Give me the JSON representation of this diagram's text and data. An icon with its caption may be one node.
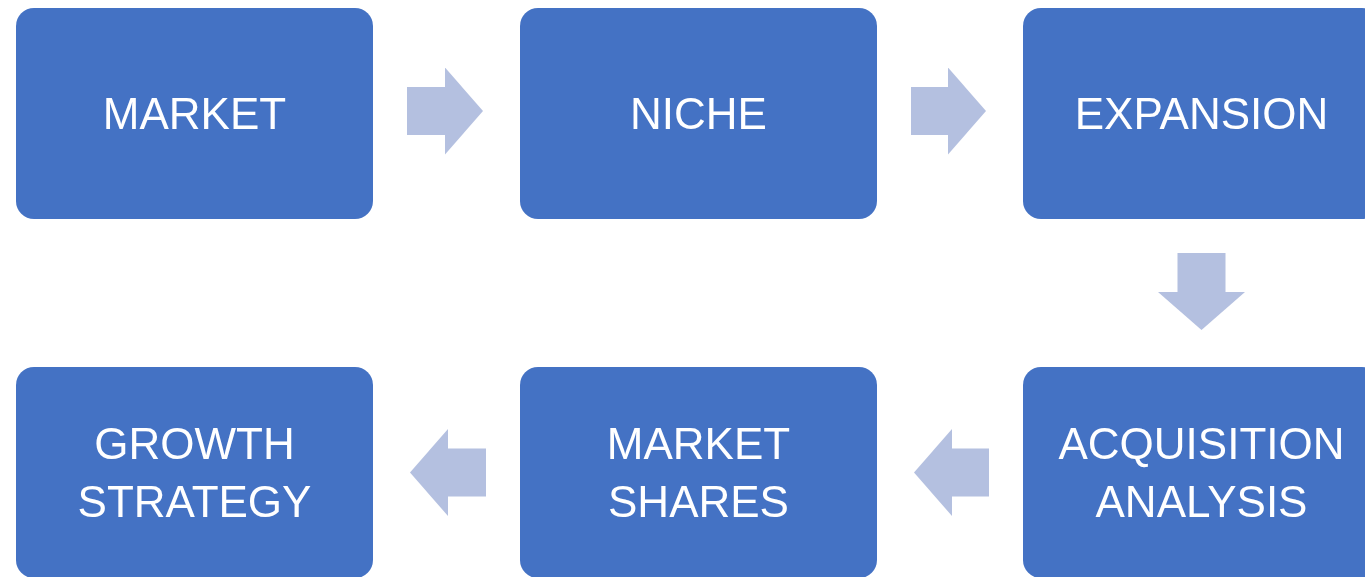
{
  "diagram": {
    "nodes": [
      {
        "text": [
          "MARKET"
        ]
      },
      {
        "text": [
          "NICHE"
        ]
      },
      {
        "text": [
          "EXPANSION"
        ]
      },
      {
        "text": [
          "ACQUISITION ANALYSIS"
        ]
      },
      {
        "text": [
          "MARKET SHARES"
        ]
      },
      {
        "text": [
          "GROWTH STRATEGY"
        ]
      }
    ],
    "edges": [
      {
        "from": 0,
        "to": 1,
        "arrow": "to"
      },
      {
        "from": 1,
        "to": 2,
        "arrow": "to"
      },
      {
        "from": 2,
        "to": 3,
        "arrow": "to"
      },
      {
        "from": 3,
        "to": 4,
        "arrow": "to"
      },
      {
        "from": 4,
        "to": 5,
        "arrow": "to"
      }
    ]
  }
}
